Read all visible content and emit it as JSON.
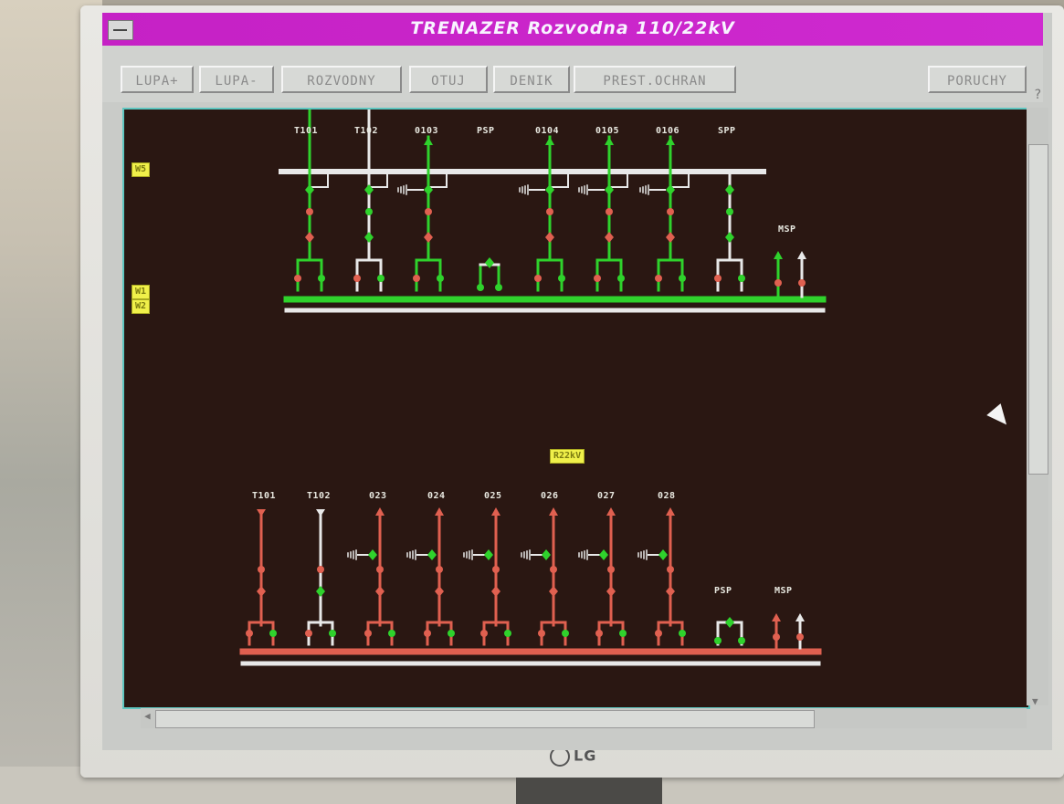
{
  "window": {
    "title": "TRENAZER Rozvodna 110/22kV",
    "help": "?"
  },
  "toolbar": [
    {
      "label": "LUPA+"
    },
    {
      "label": "LUPA-"
    },
    {
      "label": "ROZVODNY"
    },
    {
      "label": "OTUJ"
    },
    {
      "label": "DENIK"
    },
    {
      "label": "PREST.OCHRAN"
    },
    {
      "label": "PORUCHY"
    }
  ],
  "colors": {
    "live": "#2fd22c",
    "dead": "#e8e8e8",
    "red_bus": "#e06050",
    "breaker_red": "#e06050",
    "background": "#2a1712",
    "title_bar": "#c521c5",
    "tag": "#f0f04a"
  },
  "upper": {
    "bay_labels": [
      "T101",
      "T102",
      "0103",
      "PSP",
      "0104",
      "0105",
      "0106",
      "SPP",
      "MSP"
    ],
    "tags": [
      "W5",
      "W1",
      "W2"
    ]
  },
  "lower": {
    "switchgear_label": "R22kV",
    "bay_labels": [
      "T101",
      "T102",
      "023",
      "024",
      "025",
      "026",
      "027",
      "028",
      "PSP",
      "MSP"
    ]
  },
  "branding": {
    "monitor": "LG"
  }
}
